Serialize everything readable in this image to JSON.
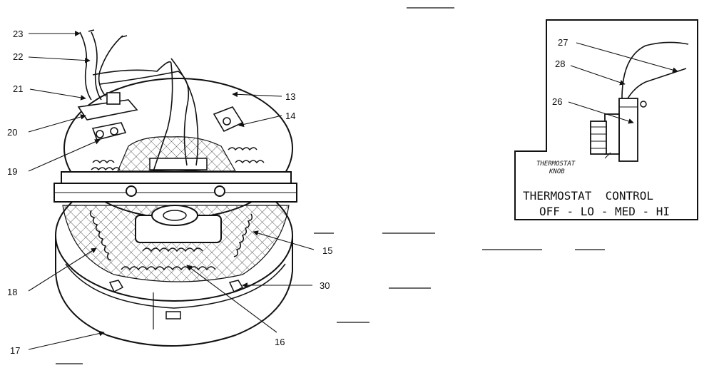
{
  "callouts": {
    "c13": "13",
    "c14": "14",
    "c15": "15",
    "c16": "16",
    "c17": "17",
    "c18": "18",
    "c19": "19",
    "c20": "20",
    "c21": "21",
    "c22": "22",
    "c23": "23",
    "c26": "26",
    "c27": "27",
    "c28": "28",
    "c30": "30"
  },
  "inset": {
    "knob_label_line1": "THERMOSTAT",
    "knob_label_line2": "KNOB",
    "title_line1": "THERMOSTAT  CONTROL",
    "title_line2": "OFF - LO - MED - HI"
  }
}
